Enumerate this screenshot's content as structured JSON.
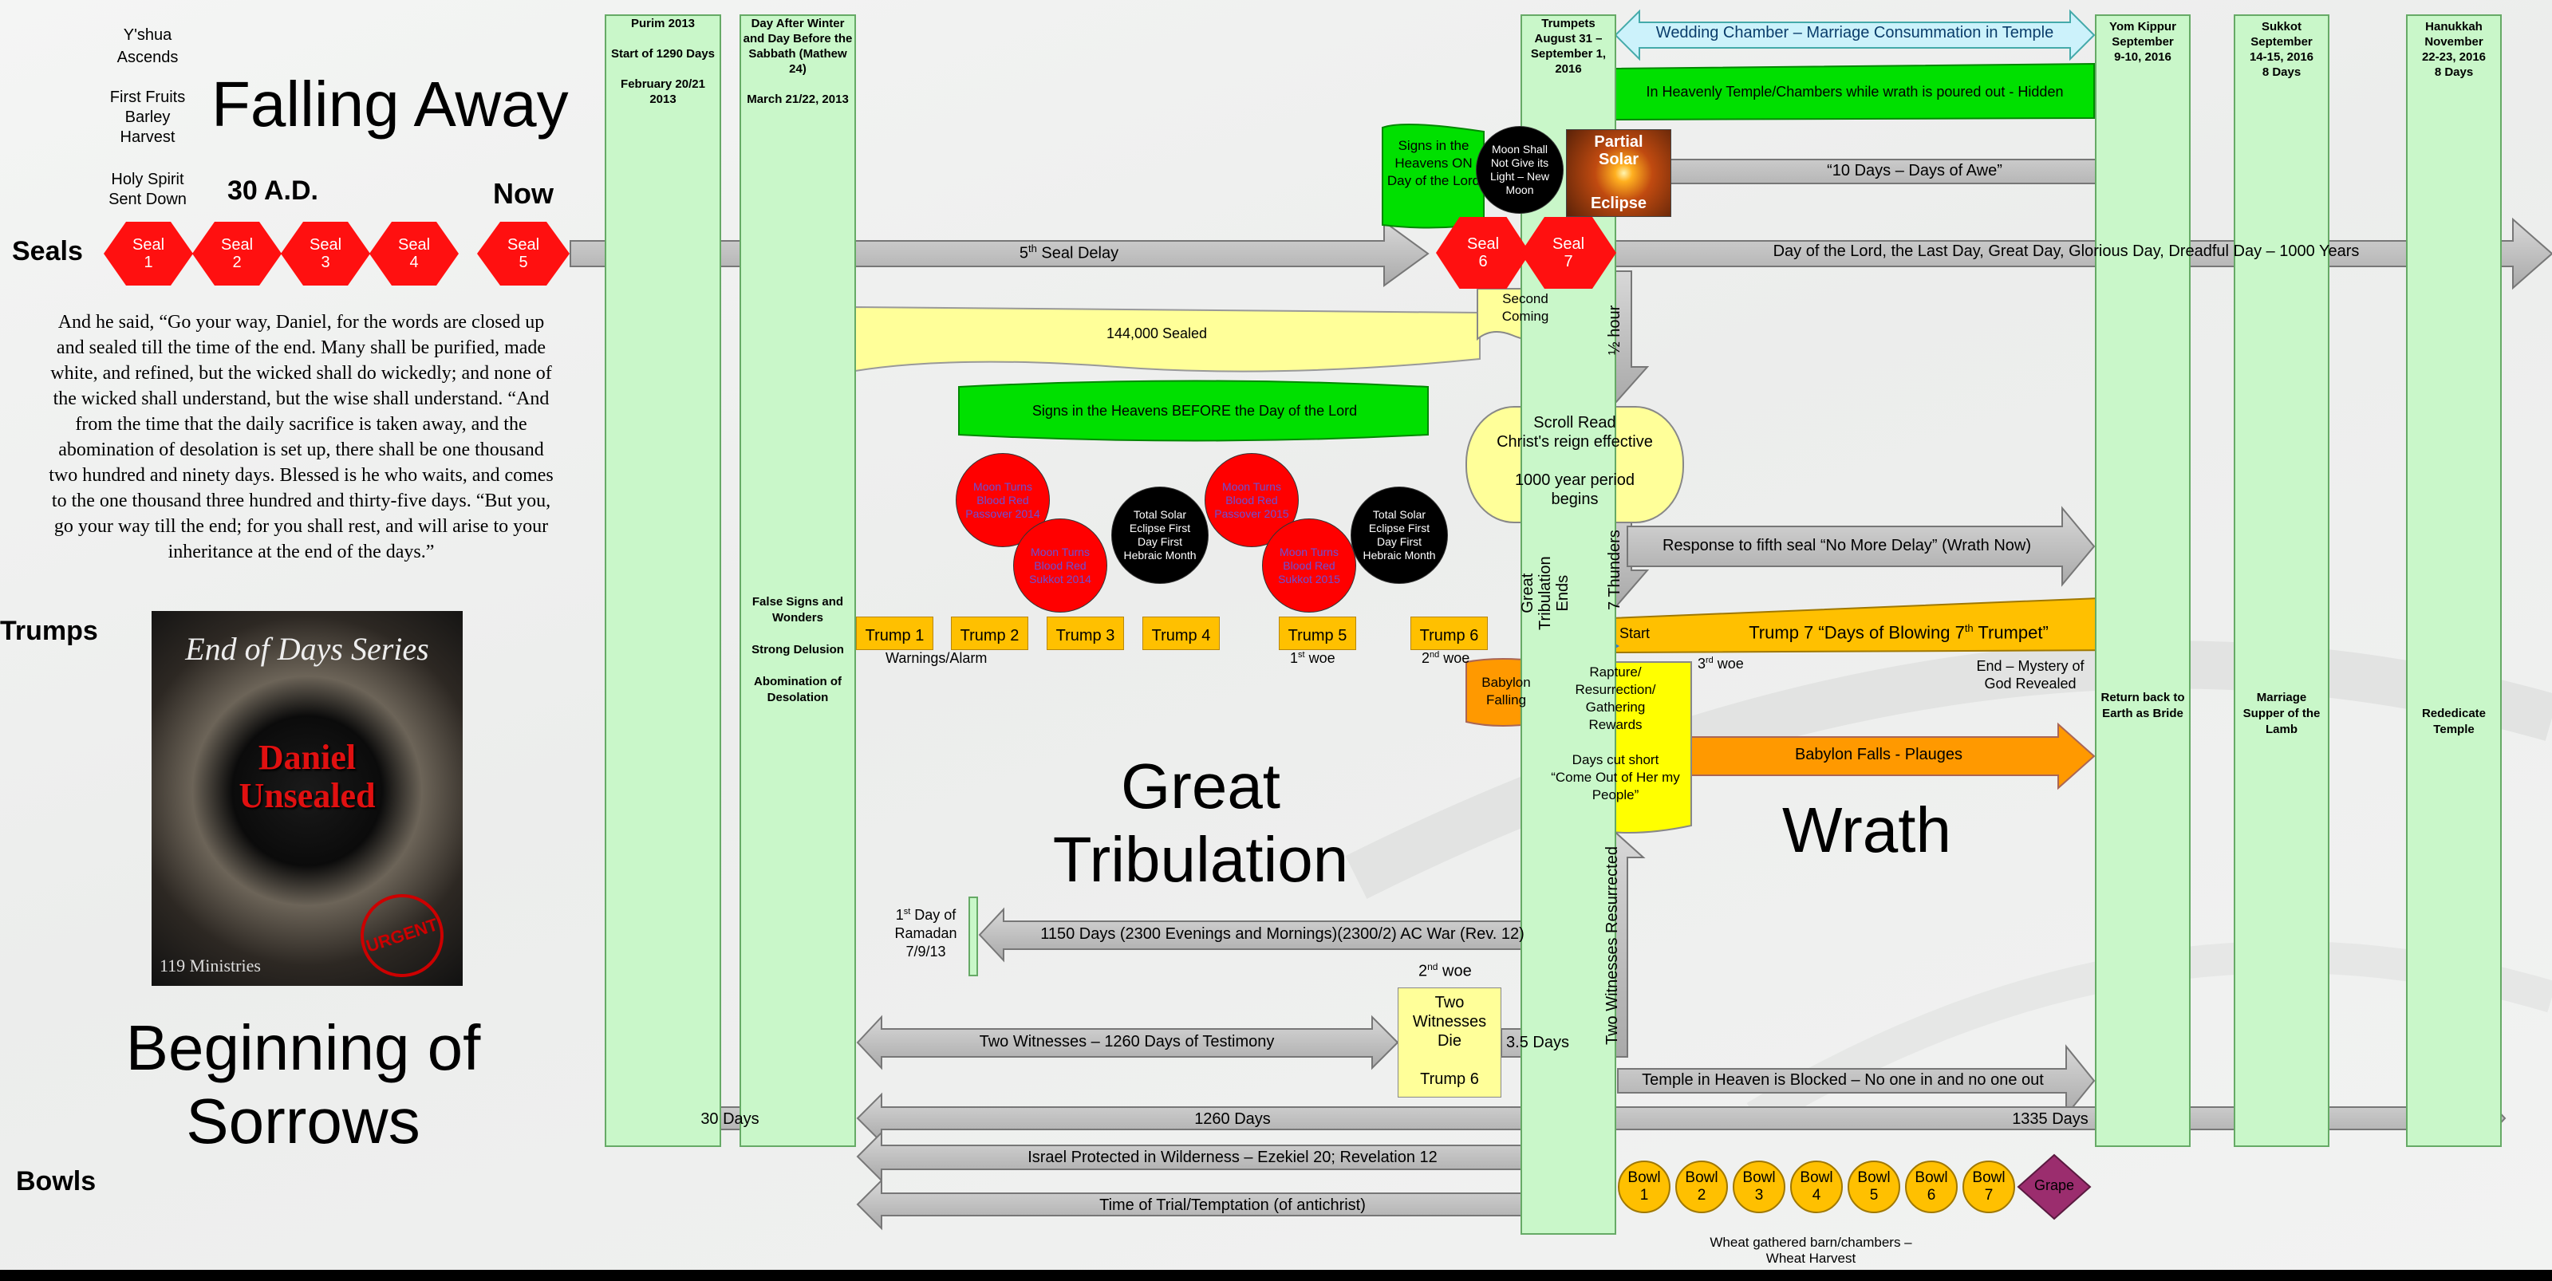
{
  "left": {
    "yshua": "Y'shua\nAscends",
    "firstfruits": "First Fruits\nBarley\nHarvest",
    "holyspirit": "Holy Spirit\nSent Down",
    "falling": "Falling Away",
    "ad30": "30 A.D.",
    "now": "Now",
    "seals_label": "Seals",
    "trumps_label": "Trumps",
    "bowls_label": "Bowls",
    "beginning": "Beginning of\nSorrows",
    "quote": "And he said, “Go your way, Daniel, for the words are closed up and sealed till the time of the end. Many shall be purified, made white, and refined, but the wicked shall do wickedly; and none of the wicked shall understand, but the wise shall understand. “And from the time that the daily sacrifice is taken away, and the abomination of desolation is set up, there shall be one thousand two hundred and ninety days. Blessed is he who waits, and comes to the one thousand three hundred and thirty-five days. “But you, go your way till the end; for you shall rest, and will arise to your inheritance at the end of the days.”",
    "book_series": "End of Days Series",
    "book_title": "Daniel\nUnsealed",
    "book_stamp": "URGENT",
    "book_pub": "119 Ministries"
  },
  "columns": {
    "purim": "Purim 2013\n\nStart of 1290 Days\n\nFebruary 20/21 2013",
    "sabbath": "Day After Winter and Day Before the Sabbath (Mathew 24)\n\nMarch 21/22, 2013",
    "trumpets": "Trumpets\nAugust 31 –\nSeptember 1,\n2016",
    "yomkippur": "Yom Kippur\nSeptember\n9-10, 2016",
    "sukkot": "Sukkot\nSeptember\n14-15, 2016\n8 Days",
    "hanukkah": "Hanukkah\nNovember\n22-23, 2016\n8 Days",
    "false_signs": "False Signs and Wonders\n\nStrong Delusion\n\nAbomination of Desolation",
    "return": "Return back to Earth as Bride",
    "marriage": "Marriage Supper of the Lamb",
    "rededicate": "Rededicate Temple"
  },
  "seals": [
    "Seal\n1",
    "Seal\n2",
    "Seal\n3",
    "Seal\n4",
    "Seal\n5",
    "Seal\n6",
    "Seal\n7"
  ],
  "arrows": {
    "wedding": "Wedding Chamber – Marriage Consummation in Temple",
    "hidden": "In Heavenly Temple/Chambers while wrath is poured out - Hidden",
    "awe": "“10 Days – Days of Awe”",
    "delay_pre": "5",
    "delay_sup": "th",
    "delay_post": " Seal Delay",
    "dayoflord": "Day of the Lord, the Last Day, Great Day, Glorious Day, Dreadful Day – 1000 Years",
    "sealed": "144,000 Sealed",
    "signs_before": "Signs in the Heavens BEFORE the Day of the Lord",
    "response": "Response to fifth seal “No More Delay” (Wrath Now)",
    "trump7_start": "Start",
    "trump7": "Trump 7 “Days of Blowing 7",
    "trump7_sup": "th",
    "trump7_end": " Trumpet”",
    "babylon_falls": "Babylon Falls - Plauges",
    "days1150": "1150 Days (2300 Evenings and Mornings)(2300/2) AC War (Rev. 12)",
    "two_witnesses": "Two Witnesses – 1260 Days of Testimony",
    "three_half": "3.5 Days",
    "temple_blocked": "Temple in Heaven is Blocked – No one in and no one out",
    "days30": "30 Days",
    "days1260": "1260 Days",
    "days1335": "1335 Days",
    "israel": "Israel Protected in Wilderness – Ezekiel 20; Revelation 12",
    "trial": "Time of Trial/Temptation (of antichrist)"
  },
  "vertical": {
    "half_hour": "½ hour",
    "thunders": "7 Thunders",
    "gt_ends": "Great\nTribulation\nEnds",
    "witnesses_res": "Two Witnesses Resurrected"
  },
  "boxes": {
    "signs_on": "Signs in the Heavens ON Day of the Lord",
    "moon_shall": "Moon Shall Not Give its Light – New Moon",
    "partial_solar": "Partial\nSolar",
    "eclipse": "Eclipse",
    "second_coming": "Second\nComing",
    "scroll": "Scroll Read\nChrist's reign effective\n\n1000 year period\nbegins",
    "babylon_falling": "Babylon\nFalling",
    "rapture": "Rapture/\nResurrection/\nGathering\nRewards\n\nDays cut short\n“Come Out of Her my\nPeople”",
    "two_wit_die": "Two\nWitnesses\nDie\n\nTrump 6",
    "ramadan": "1",
    "ramadan_sup": "st",
    "ramadan_rest": " Day of\nRamadan\n7/9/13"
  },
  "moons": {
    "m1": "Moon Turns Blood Red Passover 2014",
    "m2": "Moon Turns Blood Red Sukkot 2014",
    "s1": "Total Solar Eclipse First Day First Hebraic Month",
    "m3": "Moon Turns Blood Red Passover 2015",
    "m4": "Moon Turns Blood Red Sukkot 2015",
    "s2": "Total Solar Eclipse First Day First Hebraic Month"
  },
  "trumps": [
    "Trump 1",
    "Trump 2",
    "Trump 3",
    "Trump 4",
    "Trump 5",
    "Trump 6"
  ],
  "woes": {
    "warnings": "Warnings/Alarm",
    "woe1": "1",
    "woe1_sup": "st",
    "woe1_txt": " woe",
    "woe2": "2",
    "woe2_sup": "nd",
    "woe2_txt": " woe",
    "woe3": "3",
    "woe3_sup": "rd",
    "woe3_txt": " woe",
    "woe2b": "2",
    "woe2b_sup": "nd",
    "woe2b_txt": " woe",
    "end_mystery": "End – Mystery of\nGod Revealed"
  },
  "big": {
    "great_trib": "Great\nTribulation",
    "wrath": "Wrath"
  },
  "bowls": [
    "Bowl\n1",
    "Bowl\n2",
    "Bowl\n3",
    "Bowl\n4",
    "Bowl\n5",
    "Bowl\n6",
    "Bowl\n7"
  ],
  "grape": "Grape",
  "wheat": "Wheat gathered barn/chambers –\nWheat Harvest",
  "colors": {
    "column": "#c9f7c9",
    "seal": "#ff1010",
    "trump": "#ffc000",
    "arrow": "#c0c0c0",
    "green_banner": "#00e000",
    "sealed": "#ffff99",
    "babylon": "#ff9900",
    "grape": "#9b2d6e"
  }
}
